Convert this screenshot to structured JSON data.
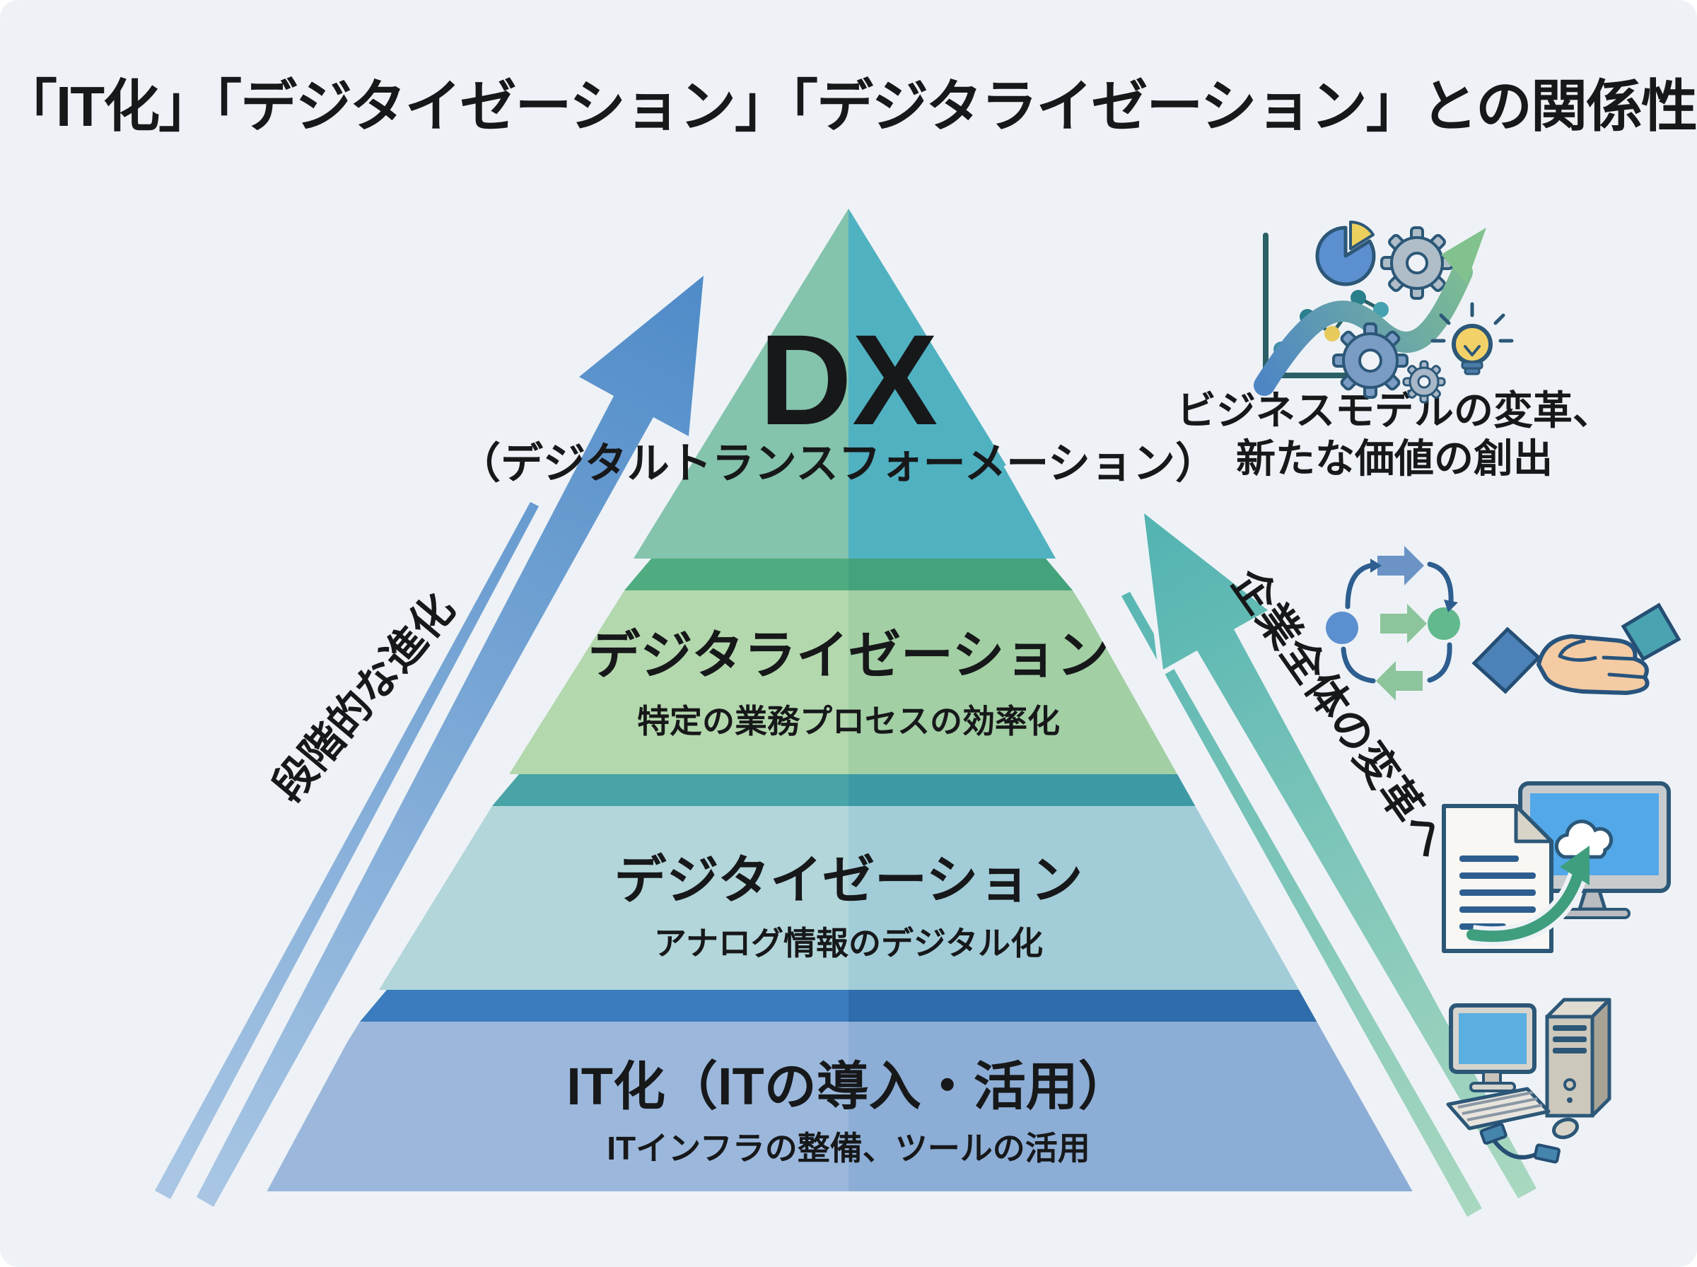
{
  "title": "「IT化」「デジタイゼーション」「デジタライゼーション」との関係性",
  "pyramid": {
    "dx": {
      "label": "DX",
      "sub": "（デジタルトランスフォーメーション）"
    },
    "layers": [
      {
        "label": "デジタライゼーション",
        "sub": "特定の業務プロセスの効率化"
      },
      {
        "label": "デジタイゼーション",
        "sub": "アナログ情報のデジタル化"
      },
      {
        "label": "IT化（ITの導入・活用）",
        "sub": "ITインフラの整備、ツールの活用"
      }
    ]
  },
  "arrows": {
    "left_label": "段階的な進化",
    "right_label": "企業全体の変革へ"
  },
  "callout": {
    "line1": "ビジネスモデルの変革、",
    "line2": "新たな価値の創出"
  },
  "icons": [
    "growth-chart-icon",
    "pie-chart-icon",
    "gear-icon",
    "lightbulb-icon",
    "process-cycle-icon",
    "handshake-icon",
    "document-to-digital-icon",
    "computer-icon"
  ],
  "colors": {
    "background": "#eef2f6",
    "dx_left": "#84c3ac",
    "dx_right": "#50b1c1",
    "bevel2_left": "#4fac81",
    "bevel2_right": "#44a27c",
    "face2_left": "#b3d8ad",
    "face2_right": "#a2cfa4",
    "bevel3_left": "#48a4a6",
    "bevel3_right": "#3d99a4",
    "face3_left": "#b2d6da",
    "face3_right": "#a2cdd8",
    "bevel4_left": "#3a7cbe",
    "bevel4_right": "#2f6cab",
    "face4_left": "#9bb8dc",
    "face4_right": "#8cadd5",
    "arrow_left_tail": "#a9c6e4",
    "arrow_left_tip": "#4f8bc8",
    "arrow_right_tail": "#aad8c0",
    "arrow_right_tip": "#52b3b2",
    "text": "#17181a",
    "icon_outline": "#2c5777"
  }
}
